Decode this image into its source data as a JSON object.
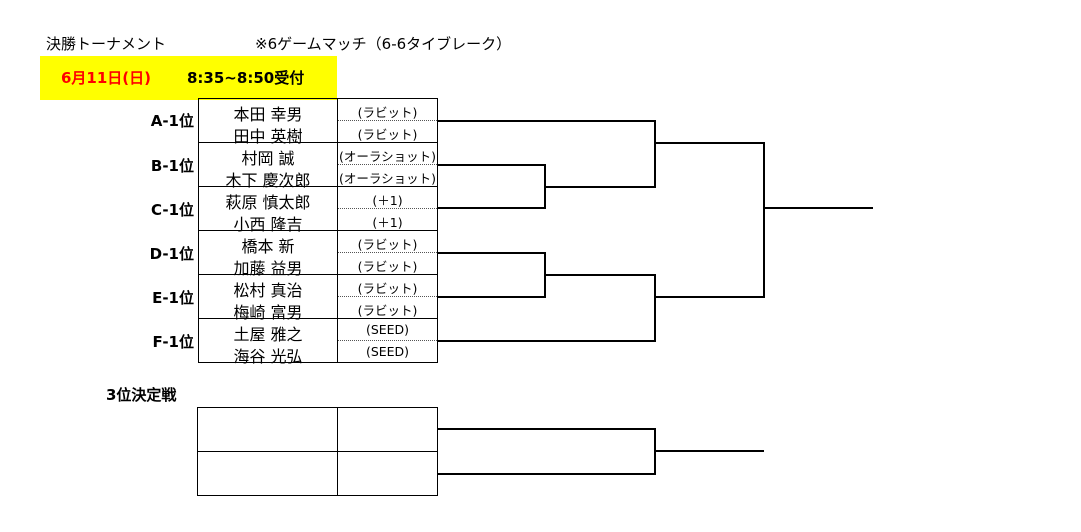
{
  "header": {
    "title": "決勝トーナメント",
    "rule": "※6ゲームマッチ（6-6タイブレーク）",
    "date": "6月11日(日)",
    "time": "8:35~8:50受付"
  },
  "seeds": [
    {
      "label": "A-1位",
      "players": [
        {
          "name": "本田 幸男",
          "club": "(ラビット)"
        },
        {
          "name": "田中 英樹",
          "club": "(ラビット)"
        }
      ]
    },
    {
      "label": "B-1位",
      "players": [
        {
          "name": "村岡 誠",
          "club": "(オーラショット)"
        },
        {
          "name": "木下 慶次郎",
          "club": "(オーラショット)"
        }
      ]
    },
    {
      "label": "C-1位",
      "players": [
        {
          "name": "萩原 慎太郎",
          "club": "(＋1)"
        },
        {
          "name": "小西 隆吉",
          "club": "(＋1)"
        }
      ]
    },
    {
      "label": "D-1位",
      "players": [
        {
          "name": "橋本 新",
          "club": "(ラビット)"
        },
        {
          "name": "加藤 益男",
          "club": "(ラビット)"
        }
      ]
    },
    {
      "label": "E-1位",
      "players": [
        {
          "name": "松村 真治",
          "club": "(ラビット)"
        },
        {
          "name": "梅崎 富男",
          "club": "(ラビット)"
        }
      ]
    },
    {
      "label": "F-1位",
      "players": [
        {
          "name": "土屋 雅之",
          "club": "(SEED)"
        },
        {
          "name": "海谷 光弘",
          "club": "(SEED)"
        }
      ]
    }
  ],
  "third_place": {
    "label": "3位決定戦"
  }
}
